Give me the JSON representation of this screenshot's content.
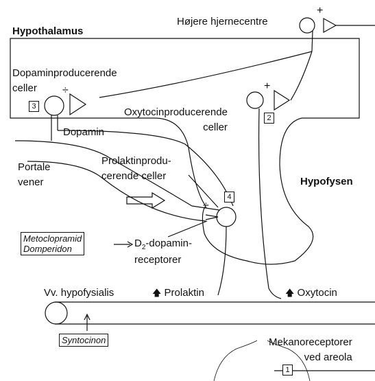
{
  "labels": {
    "hypothalamus": "Hypothalamus",
    "higher_centers": "Højere hjernecentre",
    "dopamine_cells": "Dopaminproducerende\nceller",
    "dopamine": "Dopamin",
    "oxytocin_cells": "Oxytocinproducerende\nceller",
    "portal_veins": "Portale\nvener",
    "prolactin_cells": "Prolaktinprodu-\ncerende celler",
    "hypophysis": "Hypofysen",
    "d2_prefix": "D",
    "d2_sub": "2",
    "d2_suffix": "-dopamin-\nreceptorer",
    "vv_hypophysialis": "Vv. hypofysialis",
    "prolactin": "Prolaktin",
    "oxytocin": "Oxytocin",
    "mechanoreceptors": "Mekanoreceptorer\nved areola"
  },
  "drug_boxes": {
    "metoclopramid": "Metoclopramid\nDomperidon",
    "syntocinon": "Syntocinon"
  },
  "step_numbers": {
    "n1": "1",
    "n2": "2",
    "n3": "3",
    "n4": "4"
  },
  "signs": {
    "plus": "+",
    "minus": "÷"
  },
  "arrows": {
    "up": "🡅"
  }
}
